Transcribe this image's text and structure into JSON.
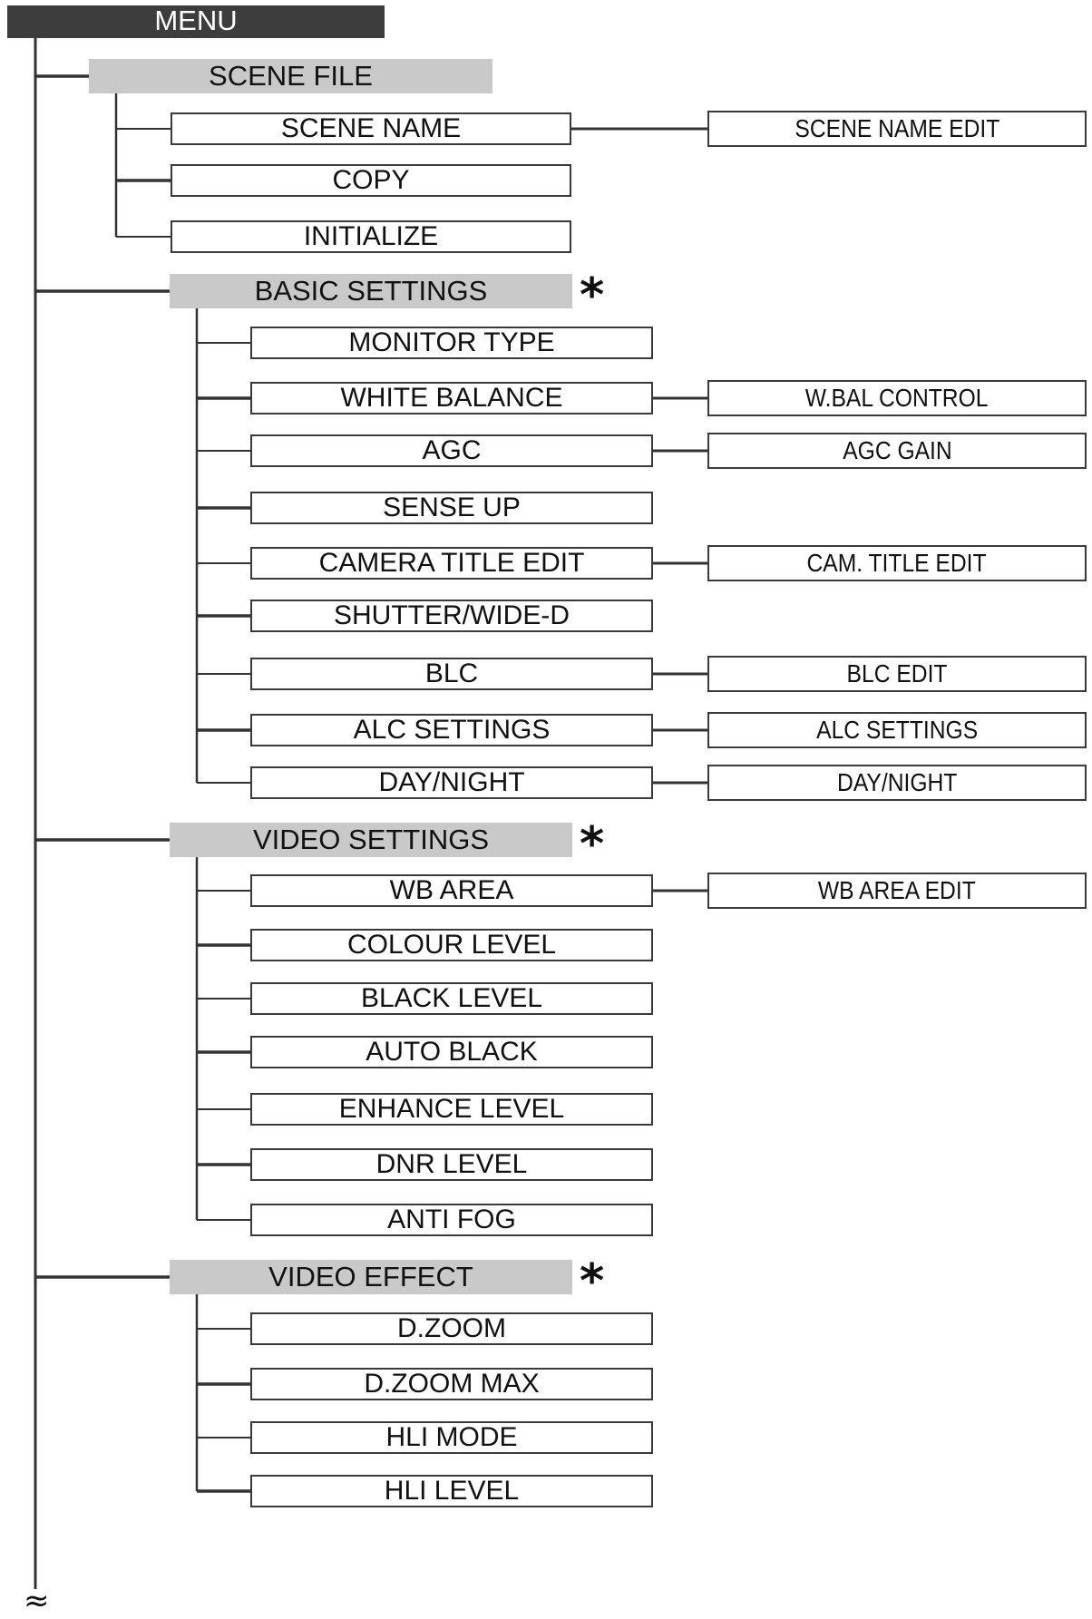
{
  "menu": {
    "label": "MENU"
  },
  "sections": [
    {
      "label": "SCENE FILE",
      "starred": false,
      "items": [
        {
          "label": "SCENE NAME",
          "sub": "SCENE NAME EDIT"
        },
        {
          "label": "COPY"
        },
        {
          "label": "INITIALIZE"
        }
      ]
    },
    {
      "label": "BASIC SETTINGS",
      "starred": true,
      "items": [
        {
          "label": "MONITOR TYPE"
        },
        {
          "label": "WHITE BALANCE",
          "sub": "W.BAL CONTROL"
        },
        {
          "label": "AGC",
          "sub": "AGC GAIN"
        },
        {
          "label": "SENSE UP"
        },
        {
          "label": "CAMERA TITLE EDIT",
          "sub": "CAM. TITLE EDIT"
        },
        {
          "label": "SHUTTER/WIDE-D"
        },
        {
          "label": "BLC",
          "sub": "BLC EDIT"
        },
        {
          "label": "ALC SETTINGS",
          "sub": "ALC SETTINGS"
        },
        {
          "label": "DAY/NIGHT",
          "sub": "DAY/NIGHT"
        }
      ]
    },
    {
      "label": "VIDEO SETTINGS",
      "starred": true,
      "items": [
        {
          "label": "WB AREA",
          "sub": "WB AREA EDIT"
        },
        {
          "label": "COLOUR LEVEL"
        },
        {
          "label": "BLACK LEVEL"
        },
        {
          "label": "AUTO BLACK"
        },
        {
          "label": "ENHANCE LEVEL"
        },
        {
          "label": "DNR LEVEL"
        },
        {
          "label": "ANTI FOG"
        }
      ]
    },
    {
      "label": "VIDEO EFFECT",
      "starred": true,
      "items": [
        {
          "label": "D.ZOOM"
        },
        {
          "label": "D.ZOOM MAX"
        },
        {
          "label": "HLI MODE"
        },
        {
          "label": "HLI LEVEL"
        }
      ]
    }
  ],
  "star_symbol": "*",
  "continuation_symbol": "≈",
  "colors": {
    "menu_bg": "#3d3d3d",
    "section_bg": "#c9c9c9",
    "line": "#333333"
  }
}
